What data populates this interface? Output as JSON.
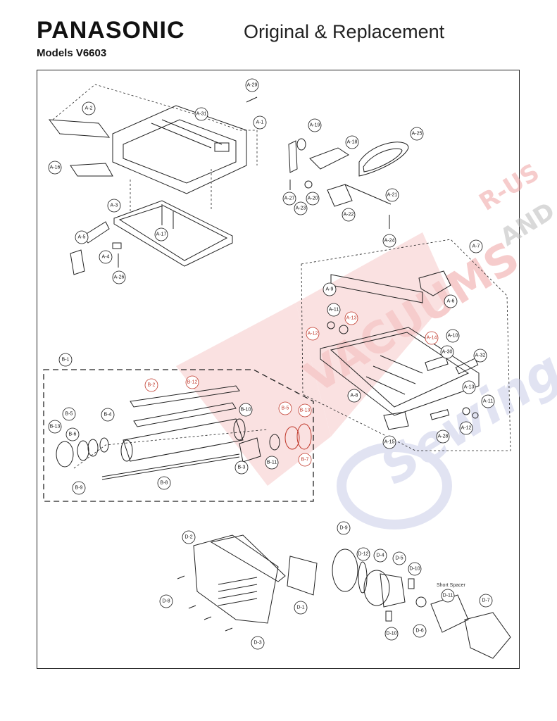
{
  "header": {
    "brand": "PANASONIC",
    "subtitle": "Original & Replacement",
    "models": "Models V6603"
  },
  "annotations": {
    "short_spacer": "Short Spacer"
  },
  "colors": {
    "ink": "#111111",
    "highlight_red": "#c0392b",
    "watermark_red": "#f3b6b6",
    "watermark_blue": "#c9cde8"
  },
  "watermark": {
    "text_1": "VACUUMS",
    "text_2": "R-US",
    "text_3": "AND",
    "text_4": "Sewing to"
  },
  "callouts": {
    "A-1": "A-1",
    "A-2": "A-2",
    "A-3": "A-3",
    "A-4": "A-4",
    "A-5": "A-5",
    "A-6": "A-6",
    "A-7": "A-7",
    "A-8": "A-8",
    "A-9": "A-9",
    "A-10": "A-10",
    "A-11": "A-11",
    "A-11b": "A-11",
    "A-12": "A-12",
    "A-12b": "A-12",
    "A-13": "A-13",
    "A-13b": "A-13",
    "A-14": "A-14",
    "A-15": "A-15",
    "A-16": "A-16",
    "A-17": "A-17",
    "A-18": "A-18",
    "A-19": "A-19",
    "A-20": "A-20",
    "A-21": "A-21",
    "A-22": "A-22",
    "A-23": "A-23",
    "A-24": "A-24",
    "A-25": "A-25",
    "A-26": "A-26",
    "A-27": "A-27",
    "A-28": "A-28",
    "A-29": "A-29",
    "A-30": "A-30",
    "A-31": "A-31",
    "A-32": "A-32",
    "B-1": "B-1",
    "B-2": "B-2",
    "B-3": "B-3",
    "B-4": "B-4",
    "B-5": "B-5",
    "B-5b": "B-5",
    "B-6": "B-6",
    "B-7": "B-7",
    "B-8": "B-8",
    "B-9": "B-9",
    "B-10": "B-10",
    "B-11": "B-11",
    "B-12": "B-12",
    "B-13": "B-13",
    "B-13b": "B-13",
    "D-1": "D-1",
    "D-2": "D-2",
    "D-3": "D-3",
    "D-4": "D-4",
    "D-5": "D-5",
    "D-6": "D-6",
    "D-7": "D-7",
    "D-8": "D-8",
    "D-9": "D-9",
    "D-10": "D-10",
    "D-10b": "D-10",
    "D-11": "D-11",
    "D-12": "D-12"
  },
  "highlighted_callouts": [
    "A-12",
    "A-13",
    "A-14",
    "B-2",
    "B-5b",
    "B-7",
    "B-12",
    "B-13b"
  ]
}
